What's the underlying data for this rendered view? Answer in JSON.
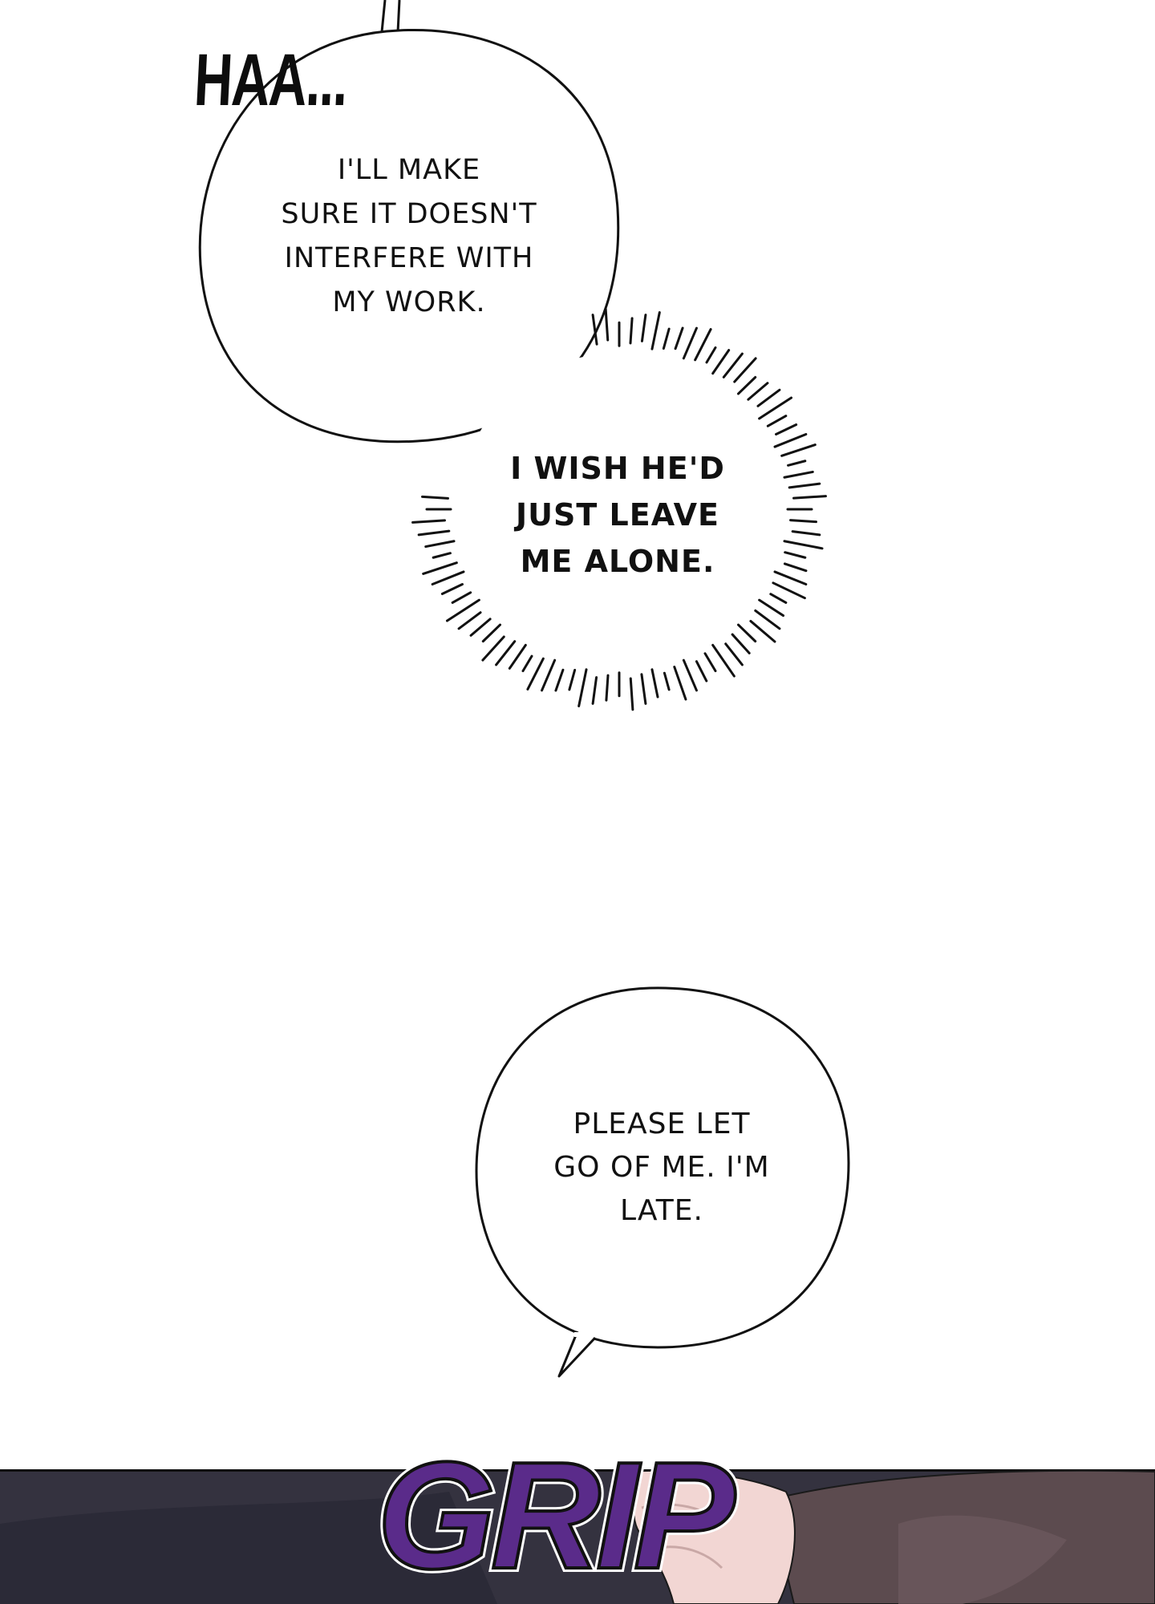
{
  "panel": {
    "speech_bubble_1": "I'LL MAKE\nSURE IT DOESN'T\nINTERFERE WITH\nMY WORK.",
    "thought_bubble": "I WISH HE'D\nJUST LEAVE\nME ALONE.",
    "speech_bubble_2": "PLEASE LET\nGO OF ME. I'M\nLATE.",
    "sfx_sigh": "HAA...",
    "sfx_grip": "GRIP"
  },
  "colors": {
    "background": "#ffffff",
    "line": "#111111",
    "dark_panel": "#2e2d3a",
    "sfx_grip": "#5a2b8a",
    "skin": "#f2d6d3",
    "sleeve": "#5c4b4f"
  }
}
